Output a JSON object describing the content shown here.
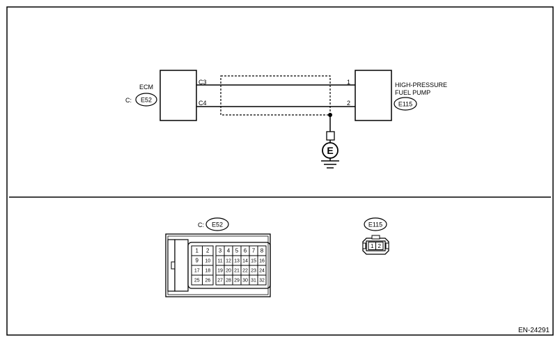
{
  "figure_id": "EN-24291",
  "ecm": {
    "name": "ECM",
    "connector_prefix": "C:",
    "connector_id": "E52",
    "pins": [
      "C3",
      "C4"
    ]
  },
  "pump": {
    "name_line1": "HIGH-PRESSURE",
    "name_line2": "FUEL PUMP",
    "connector_id": "E115",
    "pins": [
      "1",
      "2"
    ]
  },
  "ground_symbol": "E",
  "connectors": {
    "e52": {
      "prefix": "C:",
      "id": "E52",
      "small_block": [
        "1",
        "2",
        "9",
        "10",
        "17",
        "18",
        "25",
        "26"
      ],
      "large_block": [
        "3",
        "4",
        "5",
        "6",
        "7",
        "8",
        "11",
        "12",
        "13",
        "14",
        "15",
        "16",
        "19",
        "20",
        "21",
        "22",
        "23",
        "24",
        "27",
        "28",
        "29",
        "30",
        "31",
        "32"
      ]
    },
    "e115": {
      "id": "E115",
      "pins": [
        "1",
        "2"
      ]
    }
  }
}
